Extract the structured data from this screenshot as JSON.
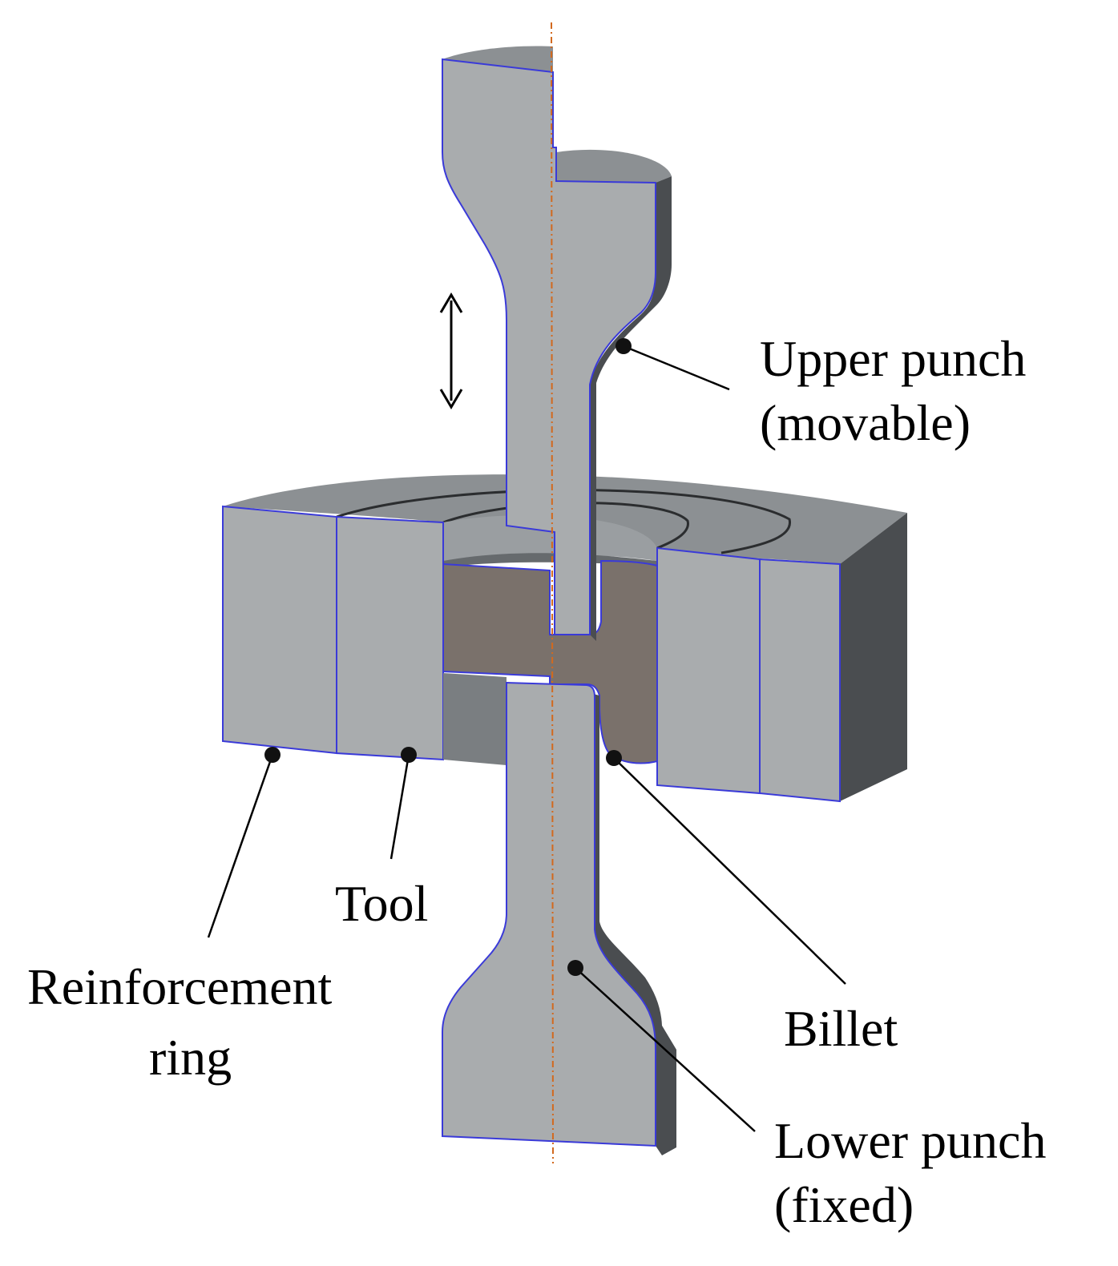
{
  "labels": {
    "upper_punch_line1": "Upper punch",
    "upper_punch_line2": "(movable)",
    "tool": "Tool",
    "reinforcement_line1": "Reinforcement",
    "reinforcement_line2": "ring",
    "billet": "Billet",
    "lower_punch_line1": "Lower punch",
    "lower_punch_line2": "(fixed)"
  },
  "colors": {
    "cut_face": "#a9acae",
    "top_face": "#8c9093",
    "dark_side": "#4a4d50",
    "inner_shadow": "#7a7e81",
    "billet": "#7a716b",
    "edge": "#3a3ad8",
    "axis": "#d2691e",
    "leader": "#000000"
  }
}
